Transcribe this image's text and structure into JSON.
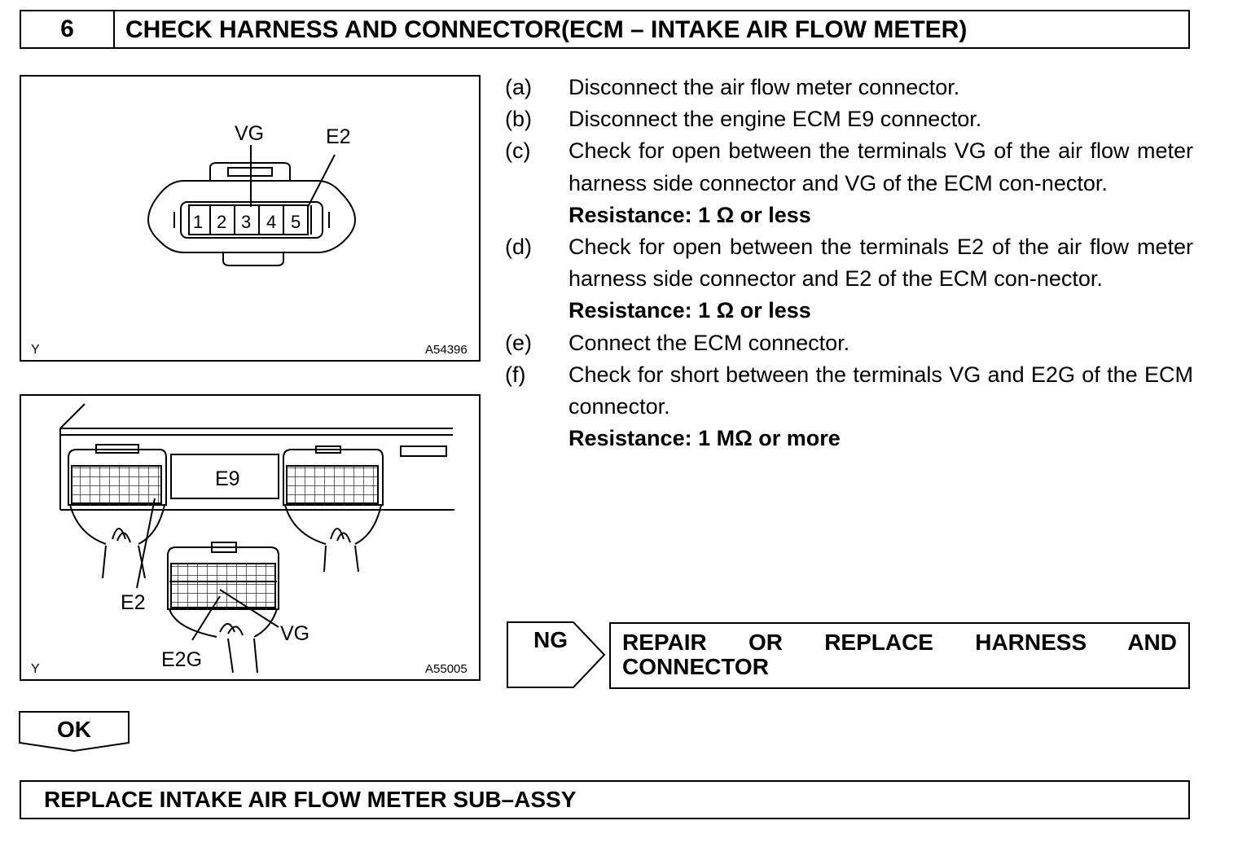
{
  "header": {
    "step_number": "6",
    "title": "CHECK HARNESS AND CONNECTOR(ECM – INTAKE AIR FLOW METER)"
  },
  "figure1": {
    "labels": {
      "vg": "VG",
      "e2": "E2"
    },
    "pins": [
      "1",
      "2",
      "3",
      "4",
      "5"
    ],
    "corner_left": "Y",
    "code": "A54396"
  },
  "figure2": {
    "connector_label": "E9",
    "labels": {
      "e2": "E2",
      "e2g": "E2G",
      "vg": "VG"
    },
    "corner_left": "Y",
    "code": "A55005"
  },
  "steps": [
    {
      "label": "(a)",
      "text": "Disconnect the air flow meter connector."
    },
    {
      "label": "(b)",
      "text": "Disconnect the engine ECM E9 connector."
    },
    {
      "label": "(c)",
      "text": "Check for open  between the terminals VG of the air flow meter harness side connector and VG of the ECM con-nector."
    },
    {
      "resistance": "Resistance: 1 Ω or less"
    },
    {
      "label": "(d)",
      "text": "Check for open between the terminals E2 of the air flow meter harness side connector and E2 of the ECM con-nector."
    },
    {
      "resistance": "Resistance: 1 Ω or less"
    },
    {
      "label": "(e)",
      "text": "Connect the ECM connector."
    },
    {
      "label": "(f)",
      "text": "Check for short between the terminals VG and E2G of the ECM connector."
    },
    {
      "resistance": "Resistance: 1 MΩ or more"
    }
  ],
  "ng": {
    "label": "NG",
    "result_line1": "REPAIR OR REPLACE HARNESS AND",
    "result_line2": "CONNECTOR"
  },
  "ok": {
    "label": "OK"
  },
  "footer": {
    "text": "REPLACE INTAKE AIR FLOW METER SUB–ASSY"
  }
}
